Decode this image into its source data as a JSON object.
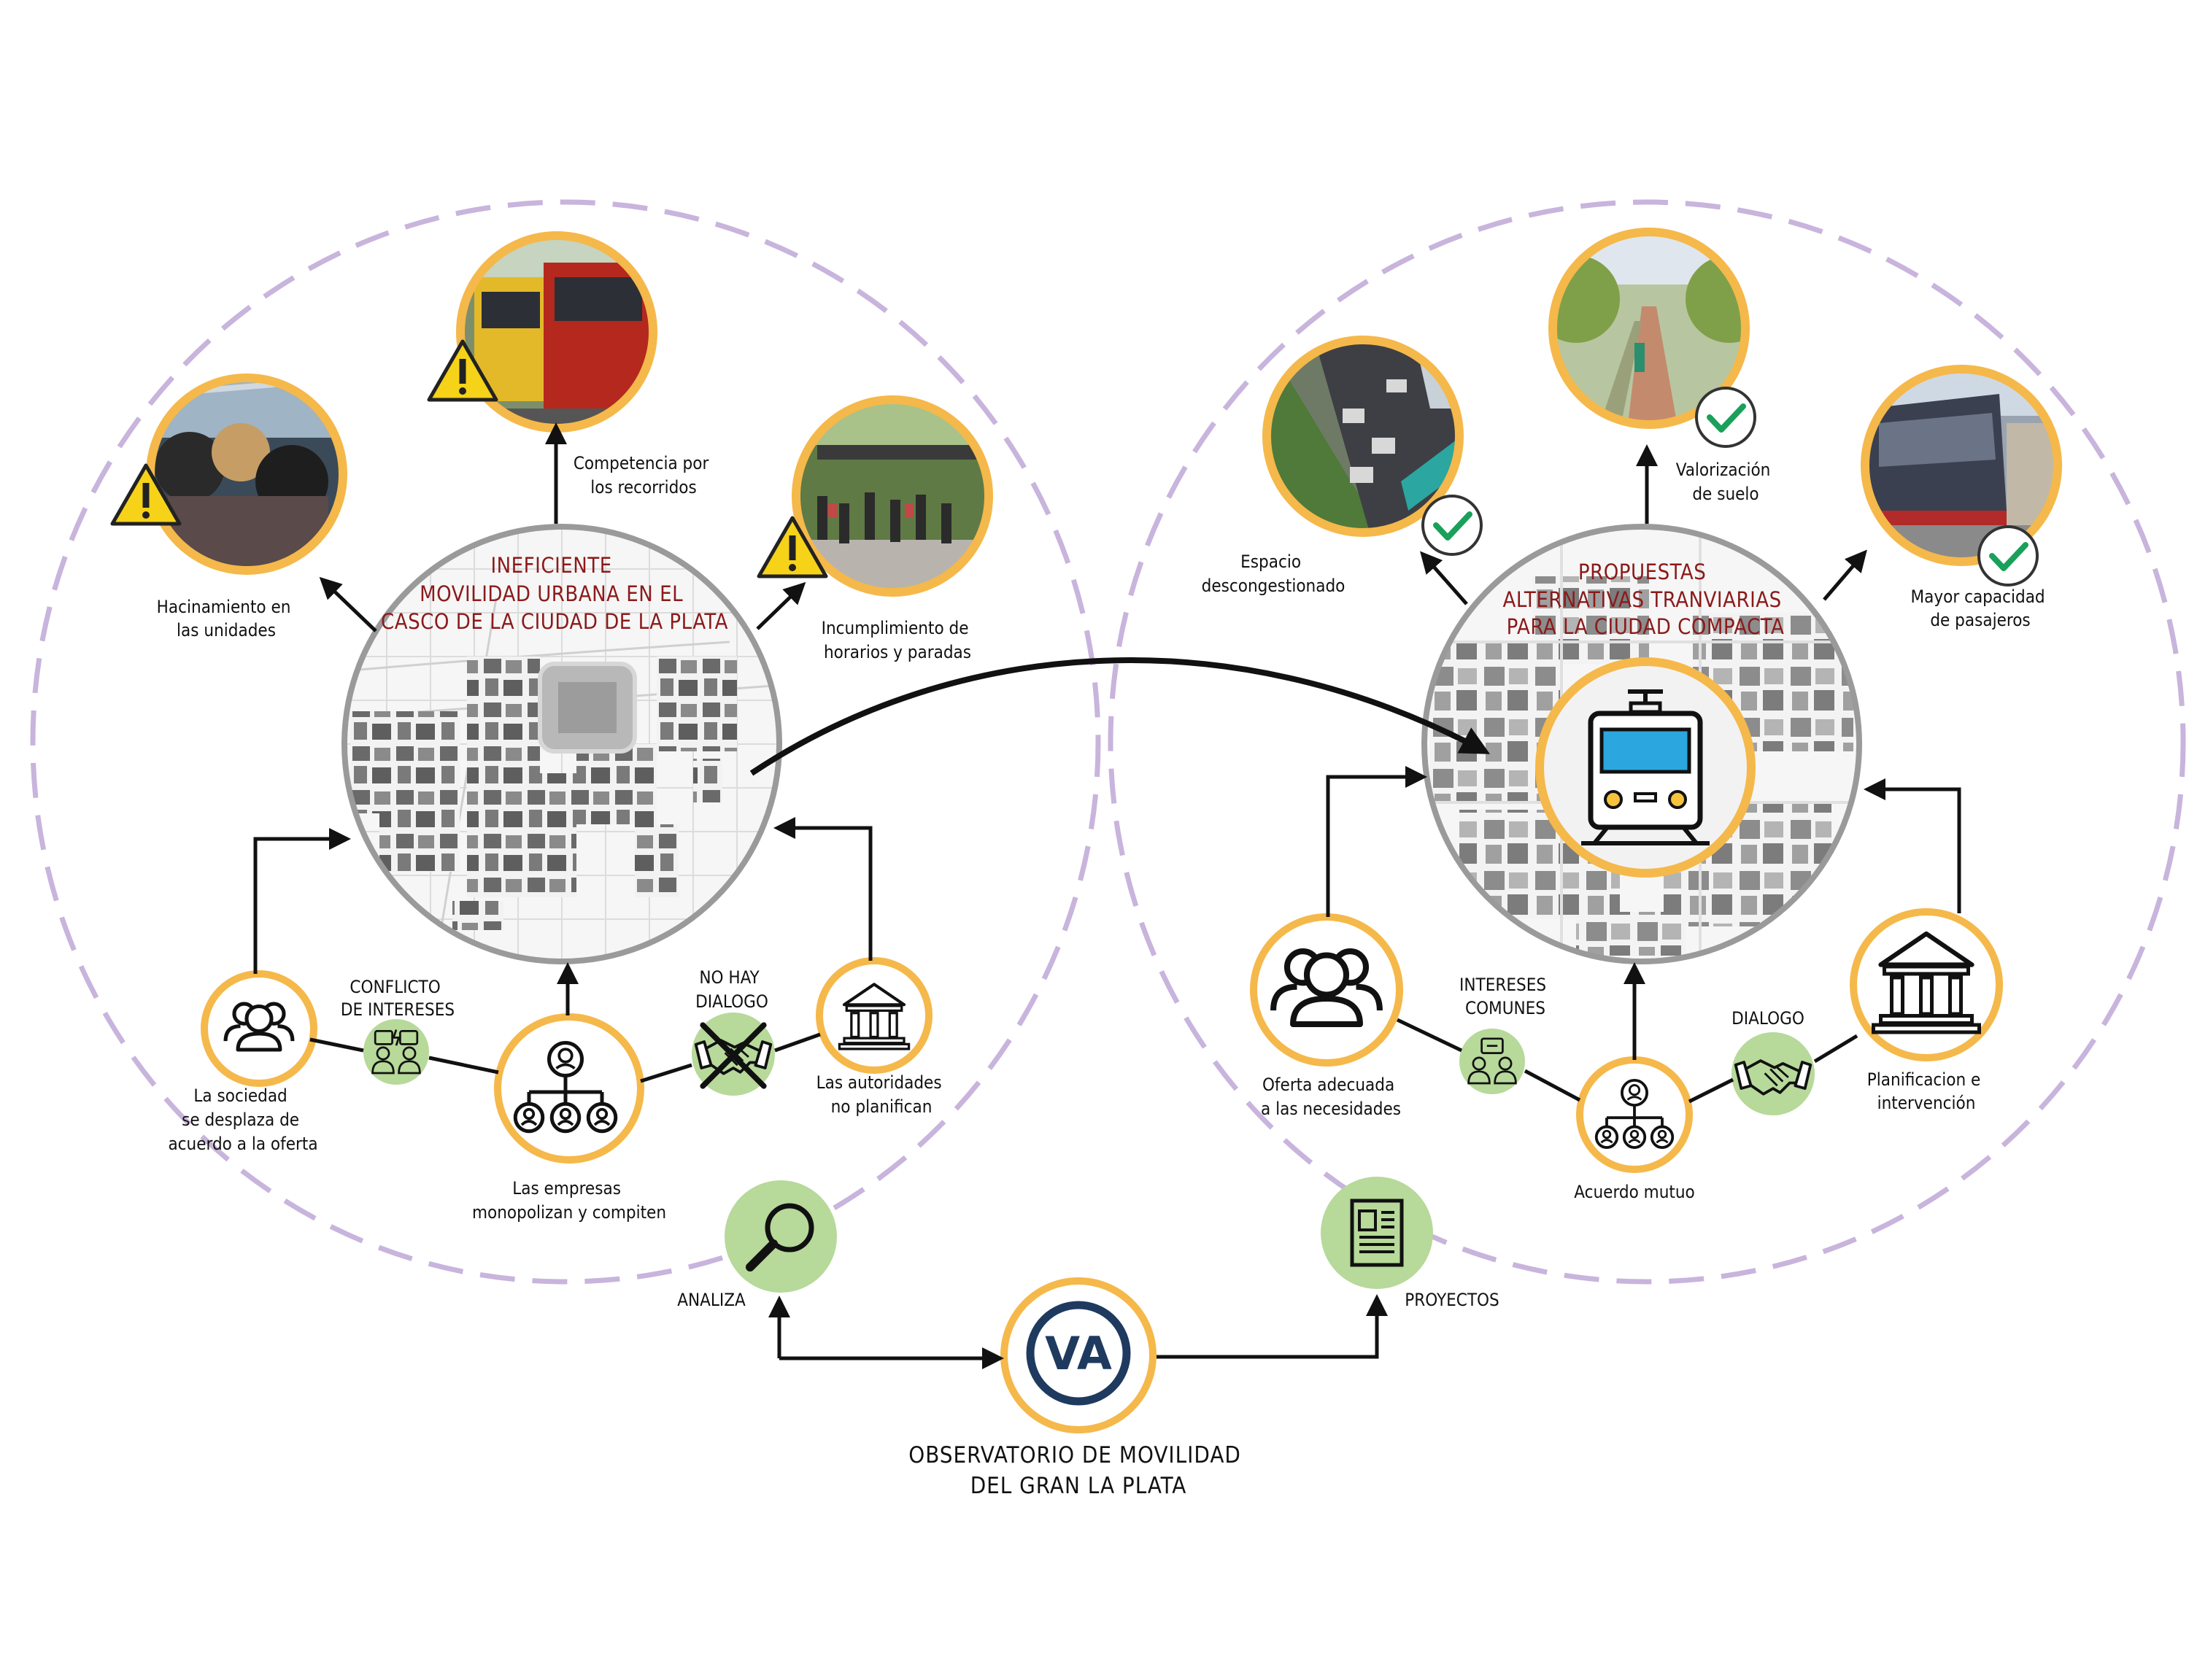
{
  "colors": {
    "ring_orange": "#f5b84a",
    "dashed_purple": "#c8b4dc",
    "title_red": "#8b1a1a",
    "green_bubble": "#b7d99a",
    "map_ring_gray": "#9a9a9a",
    "observatory_navy": "#1f3a5f"
  },
  "left": {
    "title": [
      "INEFICIENTE",
      "MOVILIDAD URBANA EN EL",
      "CASCO DE LA CIUDAD DE LA PLATA"
    ],
    "photo_overcrowding": {
      "caption": [
        "Hacinamiento en",
        "las unidades"
      ],
      "icon": "warning-icon"
    },
    "photo_competition": {
      "caption": [
        "Competencia por",
        "los recorridos"
      ],
      "icon": "warning-icon"
    },
    "photo_schedules": {
      "caption": [
        "Incumplimiento de",
        "horarios y paradas"
      ],
      "icon": "warning-icon"
    },
    "society": {
      "caption": [
        "La sociedad",
        "se desplaza de",
        "acuerdo a la oferta"
      ],
      "icon": "people-group-icon"
    },
    "companies": {
      "caption": [
        "Las empresas",
        "monopolizan y compiten"
      ],
      "icon": "org-hierarchy-icon"
    },
    "authorities": {
      "caption": [
        "Las autoridades",
        "no planifican"
      ],
      "icon": "government-building-icon"
    },
    "conflict": {
      "caption": [
        "CONFLICTO",
        "DE INTERESES"
      ],
      "icon": "debate-icon"
    },
    "no_dialogue": {
      "caption": [
        "NO HAY",
        "DIALOGO"
      ],
      "icon": "crossed-handshake-icon"
    }
  },
  "right": {
    "title": [
      "PROPUESTAS",
      "ALTERNATIVAS TRANVIARIAS",
      "PARA LA CIUDAD COMPACTA"
    ],
    "photo_space": {
      "caption": [
        "Espacio",
        "descongestionado"
      ],
      "icon": "check-icon"
    },
    "photo_land": {
      "caption": [
        "Valorización",
        "de suelo"
      ],
      "icon": "check-icon"
    },
    "photo_capacity": {
      "caption": [
        "Mayor capacidad",
        "de pasajeros"
      ],
      "icon": "check-icon"
    },
    "offer": {
      "caption": [
        "Oferta adecuada",
        "a las necesidades"
      ],
      "icon": "people-group-icon"
    },
    "agreement": {
      "caption": [
        "Acuerdo mutuo"
      ],
      "icon": "org-hierarchy-icon"
    },
    "planning": {
      "caption": [
        "Planificacion e",
        "intervención"
      ],
      "icon": "government-building-icon"
    },
    "common": {
      "caption": [
        "INTERESES",
        "COMUNES"
      ],
      "icon": "meeting-icon"
    },
    "dialogue": {
      "caption": [
        "DIALOGO"
      ],
      "icon": "handshake-icon"
    },
    "tram": {
      "icon": "tram-icon"
    }
  },
  "bottom": {
    "analiza": "ANALIZA",
    "proyectos": "PROYECTOS",
    "observatory": [
      "OBSERVATORIO DE MOVILIDAD",
      "DEL GRAN LA PLATA"
    ],
    "observatory_logo": "VA",
    "analiza_icon": "magnifier-icon",
    "proyectos_icon": "document-icon"
  }
}
